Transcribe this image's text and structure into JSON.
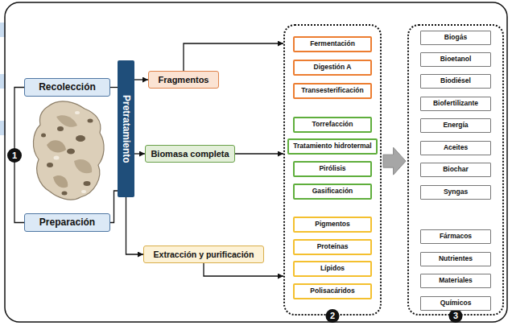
{
  "diagram": {
    "nodes": [
      {
        "text": [
          "Recolección"
        ]
      },
      {
        "text": [
          "Preparación"
        ]
      },
      {
        "text": [
          "Pretratamiento"
        ]
      },
      {
        "text": [
          "Fragmentos"
        ]
      },
      {
        "text": [
          "Biomasa completa"
        ]
      },
      {
        "text": [
          "Extracción y purificación"
        ]
      },
      {
        "text": [
          "2"
        ]
      },
      {
        "text": [
          "Fermentación"
        ],
        "in": 6
      },
      {
        "text": [
          "Digestión A"
        ],
        "in": 6
      },
      {
        "text": [
          "Transesterificación"
        ],
        "in": 6
      },
      {
        "text": [
          "Torrefacción"
        ],
        "in": 6
      },
      {
        "text": [
          "Tratamiento hidrotermal"
        ],
        "in": 6
      },
      {
        "text": [
          "Pirólisis"
        ],
        "in": 6
      },
      {
        "text": [
          "Gasificación"
        ],
        "in": 6
      },
      {
        "text": [
          "Pigmentos"
        ],
        "in": 6
      },
      {
        "text": [
          "Proteínas"
        ],
        "in": 6
      },
      {
        "text": [
          "Lípidos"
        ],
        "in": 6
      },
      {
        "text": [
          "Polisacáridos"
        ],
        "in": 6
      },
      {
        "text": [
          "3"
        ]
      },
      {
        "text": [
          "Biogás"
        ],
        "in": 18
      },
      {
        "text": [
          "Bioetanol"
        ],
        "in": 18
      },
      {
        "text": [
          "Biodiésel"
        ],
        "in": 18
      },
      {
        "text": [
          "Biofertilizante"
        ],
        "in": 18
      },
      {
        "text": [
          "Energía"
        ],
        "in": 18
      },
      {
        "text": [
          "Aceites"
        ],
        "in": 18
      },
      {
        "text": [
          "Biochar"
        ],
        "in": 18
      },
      {
        "text": [
          "Syngas"
        ],
        "in": 18
      },
      {
        "text": [
          "Fármacos"
        ],
        "in": 18
      },
      {
        "text": [
          "Nutrientes"
        ],
        "in": 18
      },
      {
        "text": [
          "Materiales"
        ],
        "in": 18
      },
      {
        "text": [
          "Químicos"
        ],
        "in": 18
      }
    ],
    "edges": [
      {
        "from": 0,
        "to": 1,
        "arrow": "none"
      },
      {
        "from": 0,
        "to": 2,
        "arrow": "none"
      },
      {
        "from": 1,
        "to": 2,
        "arrow": "none"
      },
      {
        "from": 2,
        "to": 3,
        "arrow": "to"
      },
      {
        "from": 2,
        "to": 4,
        "arrow": "to"
      },
      {
        "from": 2,
        "to": 5,
        "arrow": "to"
      },
      {
        "from": 3,
        "to": 6,
        "arrow": "to"
      },
      {
        "from": 4,
        "to": 6,
        "arrow": "to"
      },
      {
        "from": 5,
        "to": 6,
        "arrow": "to"
      },
      {
        "from": 6,
        "to": 18,
        "arrow": "to"
      }
    ],
    "labels": [
      "1"
    ]
  }
}
